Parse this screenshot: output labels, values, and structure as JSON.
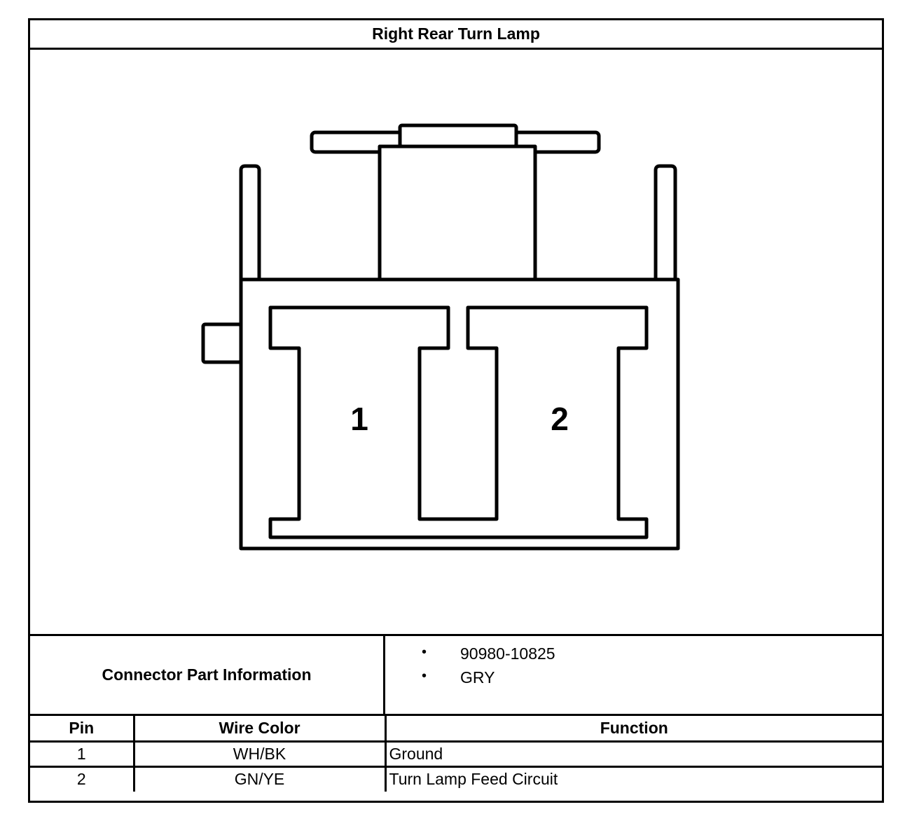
{
  "title": "Right Rear Turn Lamp",
  "connector_diagram": {
    "cavity_labels": [
      "1",
      "2"
    ]
  },
  "connector_info": {
    "label": "Connector Part Information",
    "bullet_glyph": "•",
    "items": [
      "90980-10825",
      "GRY"
    ]
  },
  "pin_table": {
    "headers": {
      "pin": "Pin",
      "wire_color": "Wire Color",
      "function": "Function"
    },
    "rows": [
      {
        "pin": "1",
        "wire_color": "WH/BK",
        "function": "Ground"
      },
      {
        "pin": "2",
        "wire_color": "GN/YE",
        "function": "Turn Lamp Feed Circuit"
      }
    ]
  }
}
